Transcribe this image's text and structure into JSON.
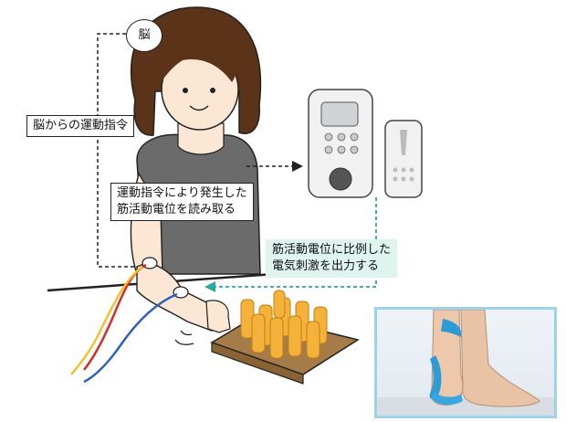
{
  "labels": {
    "brain": "脳",
    "motor_command": "脳からの運動指令",
    "read_potential": [
      "運動指令により発生した",
      "筋活動電位を読み取る"
    ],
    "stimulation": [
      "筋活動電位に比例した",
      "電気刺激を出力する"
    ]
  },
  "colors": {
    "arrow": "#222222",
    "stim_arrow": "#2aa89a",
    "stim_label_bg": "#dff3ef",
    "photo_border": "#9dd3ea",
    "hair": "#5a3318",
    "shirt": "#6b6b6b",
    "board": "#a57b48",
    "sponge": "#f4b23a",
    "wire_red": "#d62a2a",
    "wire_yellow": "#f2c22e",
    "wire_blue": "#2f5fc0",
    "brace_blue": "#2e9bd6"
  }
}
